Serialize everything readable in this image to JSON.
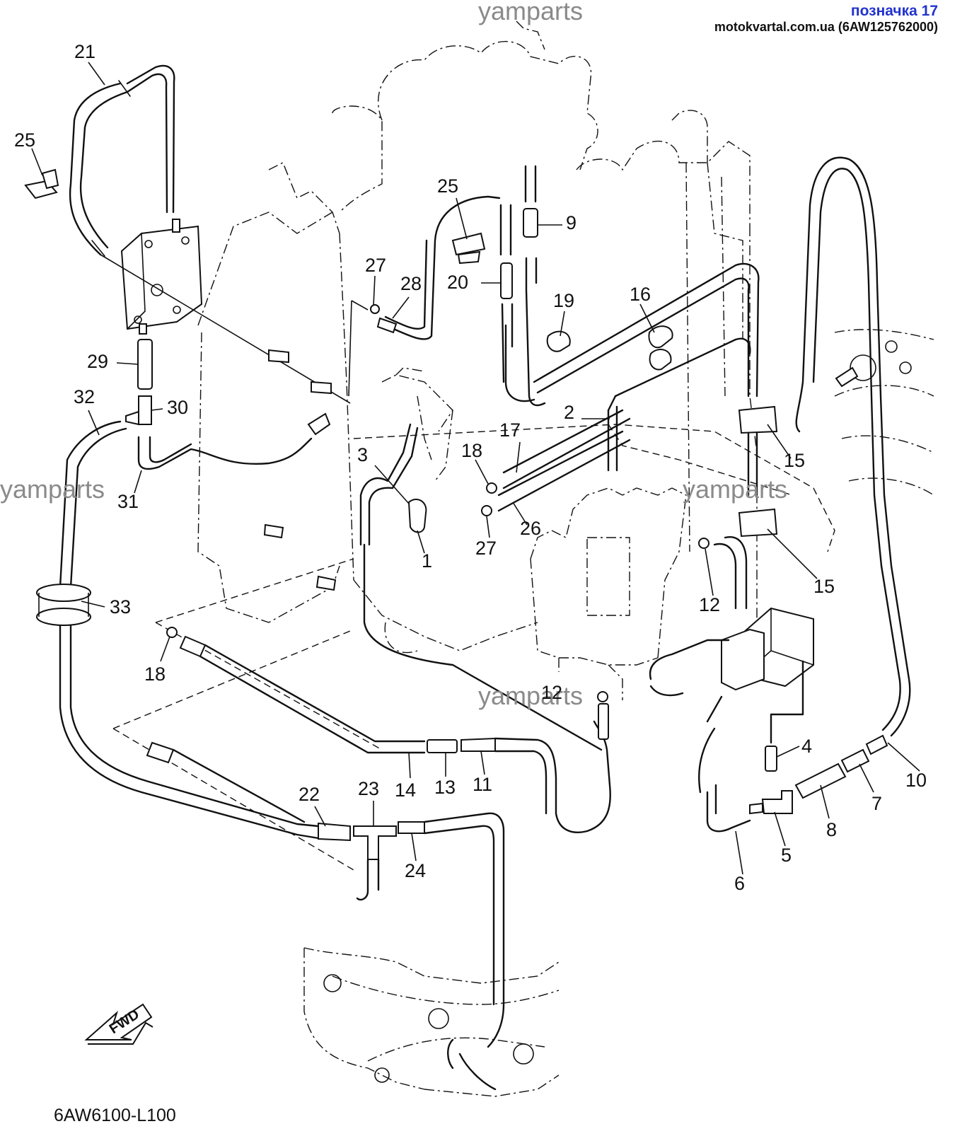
{
  "header": {
    "title": "позначка 17",
    "source": "motokvartal.com.ua (6AW125762000)"
  },
  "watermark": "yamparts",
  "part_labels": {
    "p21": "21",
    "p25a": "25",
    "p29": "29",
    "p30": "30",
    "p32": "32",
    "p31": "31",
    "p33": "33",
    "p18a": "18",
    "p27a": "27",
    "p28": "28",
    "p25b": "25",
    "p20": "20",
    "p9": "9",
    "p19": "19",
    "p16": "16",
    "p2": "2",
    "p15a": "15",
    "p15b": "15",
    "p3": "3",
    "p1": "1",
    "p18b": "18",
    "p17": "17",
    "p26": "26",
    "p27b": "27",
    "p12a": "12",
    "p12b": "12",
    "p4": "4",
    "p7": "7",
    "p10": "10",
    "p8": "8",
    "p5": "5",
    "p6": "6",
    "p14": "14",
    "p13": "13",
    "p11": "11",
    "p22": "22",
    "p23": "23",
    "p24": "24"
  },
  "fwd_label": "FWD",
  "diagram_ref": "6AW6100-L100",
  "colors": {
    "line": "#111111",
    "watermark": "#8a8a8a",
    "title": "#2233cc"
  }
}
